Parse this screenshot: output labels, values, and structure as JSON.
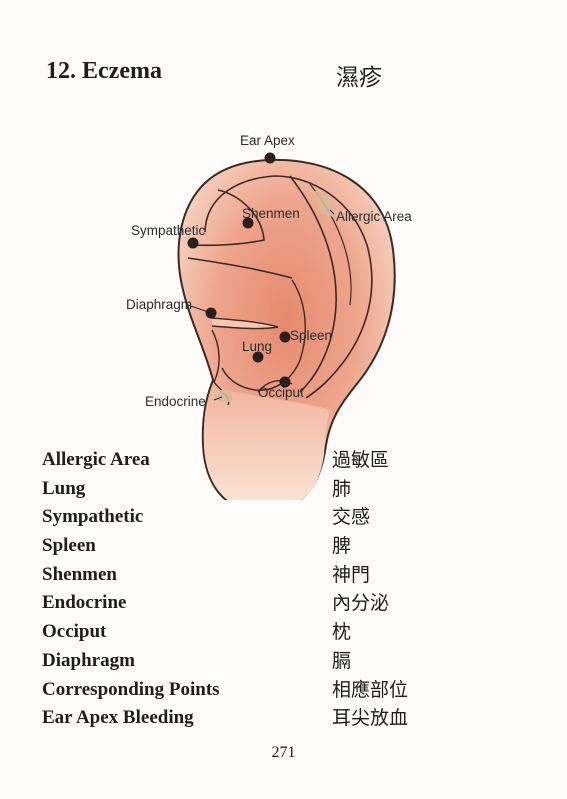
{
  "page": {
    "title": "12. Eczema",
    "title_zh": "濕疹",
    "page_number": "271"
  },
  "figure": {
    "labels": {
      "ear_apex": "Ear Apex",
      "shenmen": "Shenmen",
      "allergic_area": "Allergic Area",
      "sympathetic": "Sympathetic",
      "diaphragm": "Diaphragm",
      "spleen": "Spleen",
      "lung": "Lung",
      "occiput": "Occiput",
      "endocrine": "Endocrine"
    },
    "colors": {
      "ear_fill": "#f1b9a3",
      "ear_inner": "#e8967a",
      "outline": "#3a2a25",
      "point": "#2a1f1c",
      "highlight": "#d9b89a"
    }
  },
  "points": [
    {
      "en": "Allergic Area",
      "zh": "過敏區"
    },
    {
      "en": "Lung",
      "zh": "肺"
    },
    {
      "en": "Sympathetic",
      "zh": "交感"
    },
    {
      "en": "Spleen",
      "zh": "脾"
    },
    {
      "en": "Shenmen",
      "zh": "神門"
    },
    {
      "en": "Endocrine",
      "zh": "內分泌"
    },
    {
      "en": "Occiput",
      "zh": "枕"
    },
    {
      "en": "Diaphragm",
      "zh": "膈"
    },
    {
      "en": "Corresponding Points",
      "zh": "相應部位"
    },
    {
      "en": "Ear Apex Bleeding",
      "zh": "耳尖放血"
    }
  ]
}
